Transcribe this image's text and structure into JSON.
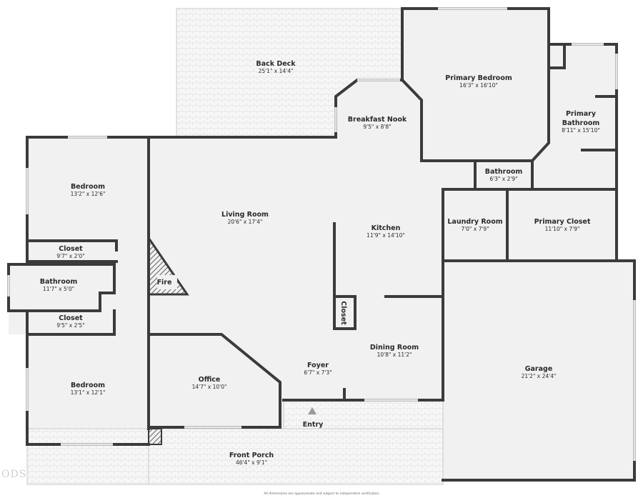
{
  "rooms": {
    "back_deck": {
      "name": "Back Deck",
      "dim": "25'1\" x 14'4\""
    },
    "primary_bedroom": {
      "name": "Primary Bedroom",
      "dim": "16'3\" x 16'10\""
    },
    "primary_bathroom": {
      "name1": "Primary",
      "name2": "Bathroom",
      "dim": "8'11\" x 15'10\""
    },
    "breakfast_nook": {
      "name": "Breakfast Nook",
      "dim": "9'5\" x 8'8\""
    },
    "bathroom_small": {
      "name": "Bathroom",
      "dim": "6'3\" x 2'9\""
    },
    "bedroom_top": {
      "name": "Bedroom",
      "dim": "13'2\" x 12'6\""
    },
    "living_room": {
      "name": "Living Room",
      "dim": "20'6\" x 17'4\""
    },
    "kitchen": {
      "name": "Kitchen",
      "dim": "11'9\" x 14'10\""
    },
    "laundry_room": {
      "name": "Laundry Room",
      "dim": "7'0\" x 7'9\""
    },
    "primary_closet": {
      "name": "Primary Closet",
      "dim": "11'10\" x 7'9\""
    },
    "closet_top": {
      "name": "Closet",
      "dim": "9'7\" x 2'0\""
    },
    "bathroom_left": {
      "name": "Bathroom",
      "dim": "11'7\" x 5'0\""
    },
    "fire": {
      "name": "Fire"
    },
    "closet_kitchen": {
      "name": "Closet"
    },
    "closet_bottom": {
      "name": "Closet",
      "dim": "9'5\" x 2'5\""
    },
    "dining_room": {
      "name": "Dining Room",
      "dim": "10'8\" x 11'2\""
    },
    "garage": {
      "name": "Garage",
      "dim": "21'2\" x 24'4\""
    },
    "bedroom_bottom": {
      "name": "Bedroom",
      "dim": "13'1\" x 12'1\""
    },
    "office": {
      "name": "Office",
      "dim": "14'7\" x 10'0\""
    },
    "foyer": {
      "name": "Foyer",
      "dim": "6'7\" x 7'3\""
    },
    "entry": {
      "name": "Entry"
    },
    "front_porch": {
      "name": "Front Porch",
      "dim": "46'4\" x 9'1\""
    }
  },
  "footer": {
    "disclaimer": "All dimensions are approximate and subject to independent verification",
    "logo": "ODS"
  },
  "colors": {
    "wall": "#3b3b3b",
    "floor": "#f1f1f1",
    "deck": "#f6f6f6",
    "window": "#bdbdbd"
  }
}
